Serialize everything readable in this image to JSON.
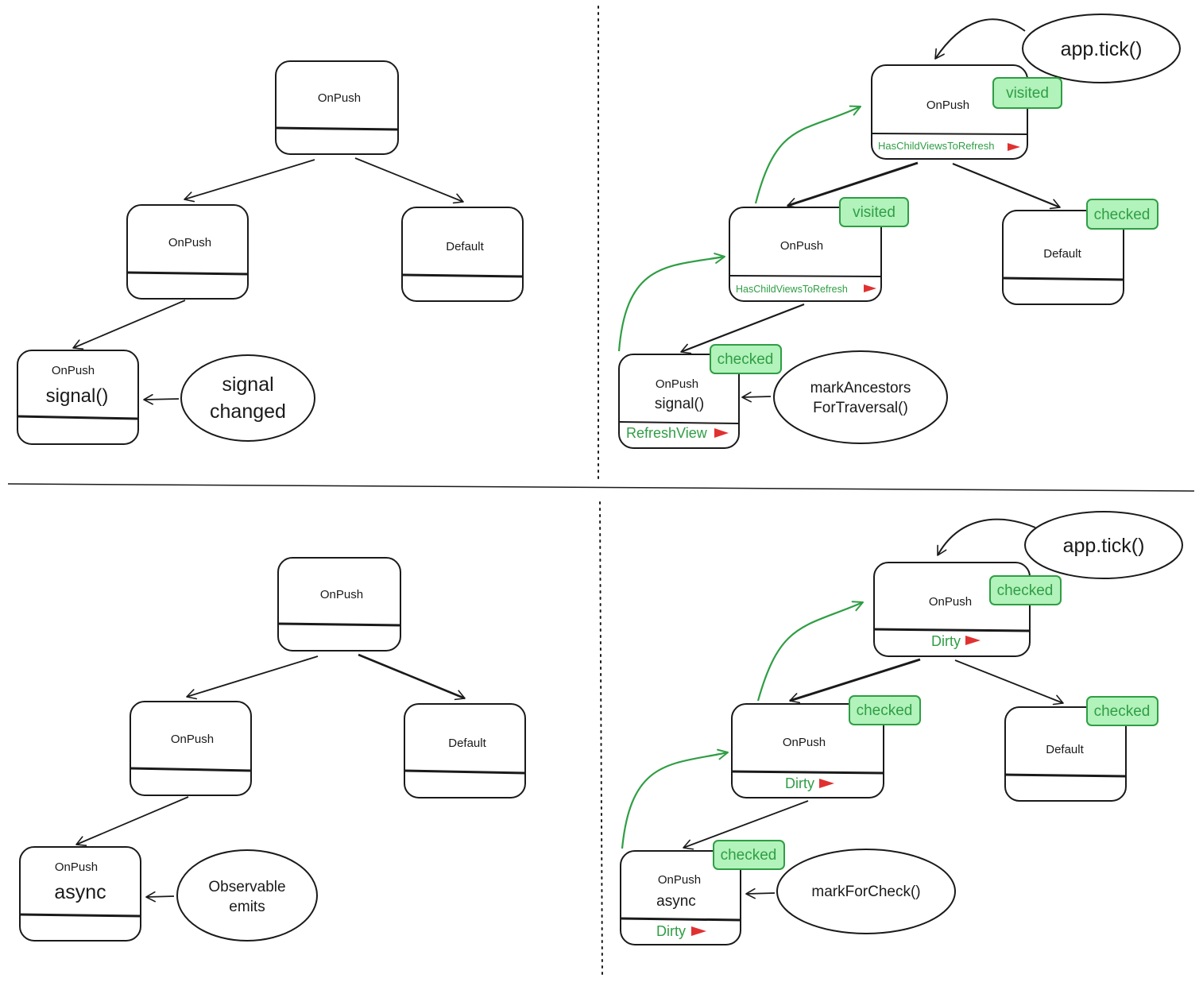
{
  "colors": {
    "ink": "#1a1a1a",
    "green": "#2f9e44",
    "badge_fill": "#b2f2bb",
    "flag": "#e03131"
  },
  "q1": {
    "root": {
      "label": "OnPush"
    },
    "mid": {
      "label": "OnPush"
    },
    "right": {
      "label": "Default"
    },
    "leaf": {
      "label": "OnPush",
      "sub": "signal()"
    },
    "bubble": {
      "line1": "signal",
      "line2": "changed"
    }
  },
  "q2": {
    "root": {
      "label": "OnPush",
      "status": "HasChildViewsToRefresh",
      "badge": "visited"
    },
    "mid": {
      "label": "OnPush",
      "status": "HasChildViewsToRefresh",
      "badge": "visited"
    },
    "right": {
      "label": "Default",
      "badge": "checked"
    },
    "leaf": {
      "label": "OnPush",
      "sub": "signal()",
      "status": "RefreshView",
      "badge": "checked"
    },
    "bubble_top": {
      "text": "app.tick()"
    },
    "bubble": {
      "line1": "markAncestors",
      "line2": "ForTraversal()"
    }
  },
  "q3": {
    "root": {
      "label": "OnPush"
    },
    "mid": {
      "label": "OnPush"
    },
    "right": {
      "label": "Default"
    },
    "leaf": {
      "label": "OnPush",
      "sub": "async"
    },
    "bubble": {
      "line1": "Observable",
      "line2": "emits"
    }
  },
  "q4": {
    "root": {
      "label": "OnPush",
      "status": "Dirty",
      "badge": "checked"
    },
    "mid": {
      "label": "OnPush",
      "status": "Dirty",
      "badge": "checked"
    },
    "right": {
      "label": "Default",
      "badge": "checked"
    },
    "leaf": {
      "label": "OnPush",
      "sub": "async",
      "status": "Dirty",
      "badge": "checked"
    },
    "bubble_top": {
      "text": "app.tick()"
    },
    "bubble": {
      "text": "markForCheck()"
    }
  }
}
